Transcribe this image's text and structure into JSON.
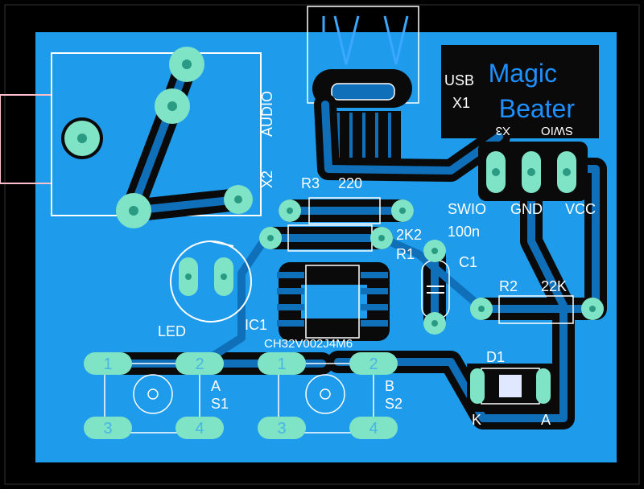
{
  "colors": {
    "background": "#000000",
    "copper_pour": "#1e9bea",
    "trace": "#0f6fb8",
    "keepout": "#0a0a0a",
    "pad": "#7fe3c6",
    "pad_hole": "#2a9a82",
    "silkscreen": "#ffffff"
  },
  "logo": {
    "line1": "Magic",
    "line2": "Beater"
  },
  "labels": {
    "usb": "USB",
    "x1": "X1",
    "audio": "AUDIO",
    "x2": "X2",
    "x3": "X3",
    "swio_header": "SWIO",
    "r3": "R3",
    "r3_value": "220",
    "r1": "R1",
    "r1_value": "2K2",
    "c1": "C1",
    "c1_value": "100n",
    "r2": "R2",
    "r2_value": "22K",
    "pin_swio": "SWIO",
    "pin_gnd": "GND",
    "pin_vcc": "VCC",
    "led": "LED",
    "ic1": "IC1",
    "ic1_part": "CH32V002J4M6",
    "d1": "D1",
    "d1_k": "K",
    "d1_a": "A",
    "s1_letter": "A",
    "s1": "S1",
    "s2_letter": "B",
    "s2": "S2",
    "s1_pins": [
      "1",
      "2",
      "3",
      "4"
    ],
    "s2_pins": [
      "1",
      "2",
      "3",
      "4"
    ]
  }
}
